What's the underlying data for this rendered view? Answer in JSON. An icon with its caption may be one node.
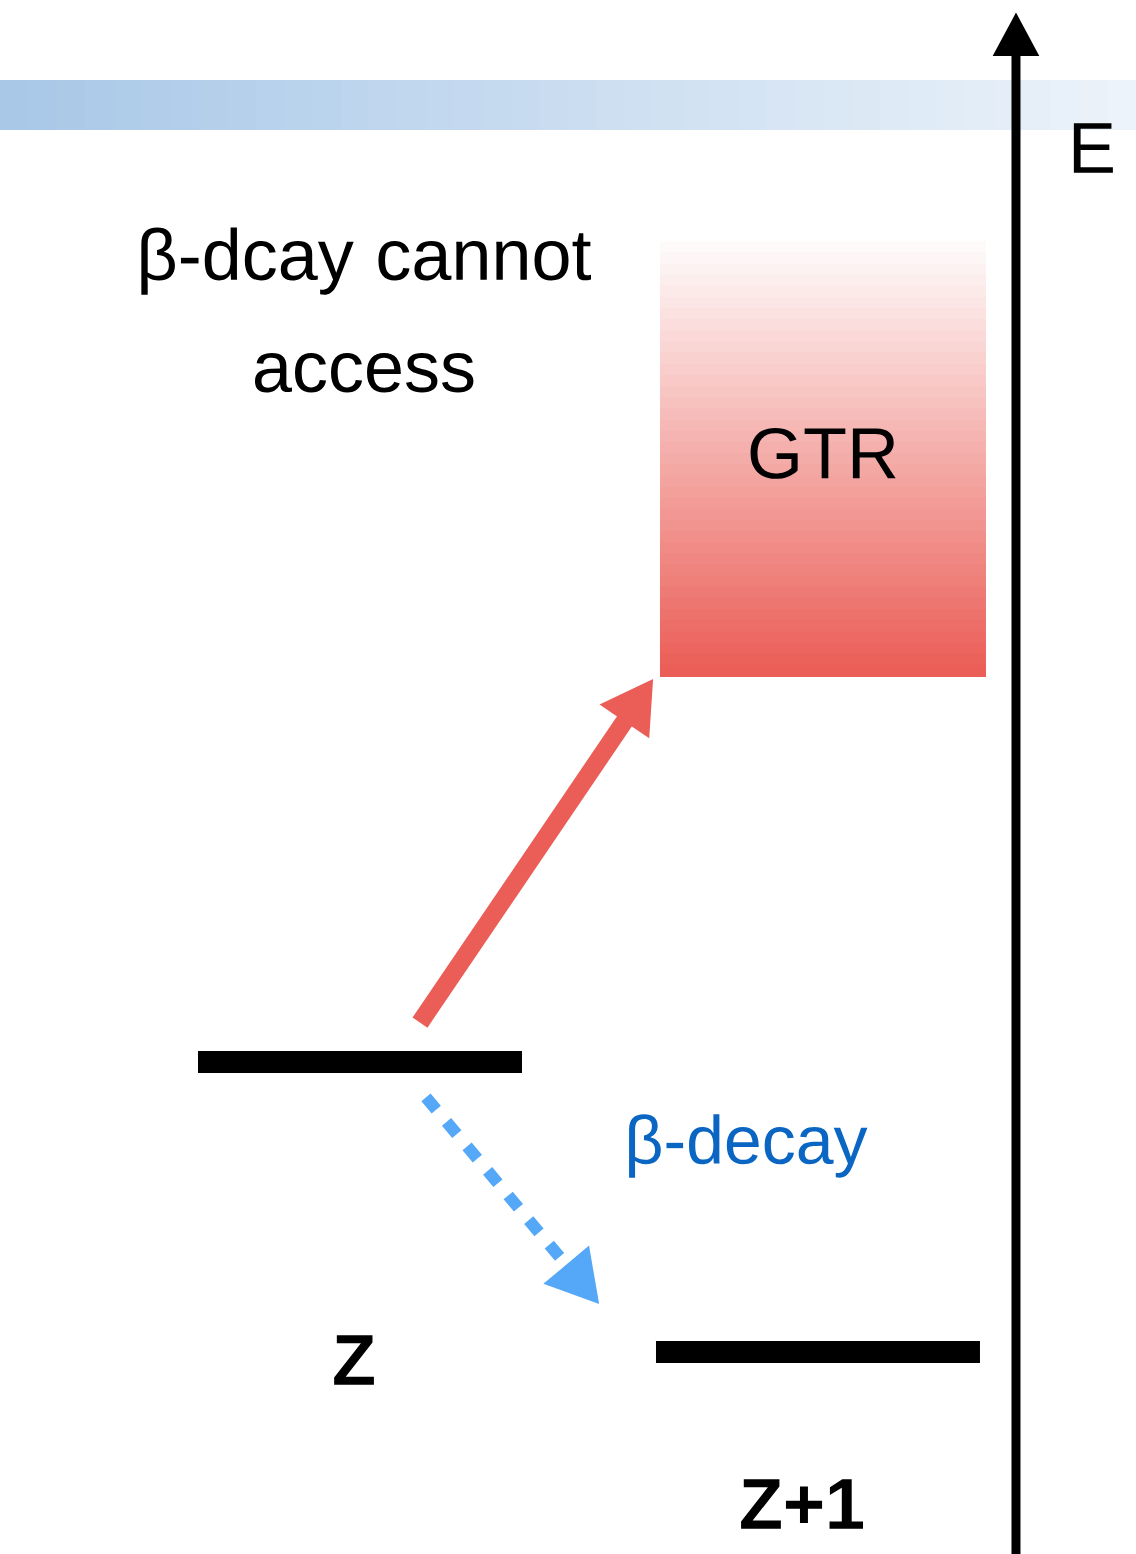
{
  "diagram": {
    "nodes": [
      {
        "text": [
          "GTR"
        ]
      },
      {
        "text": [],
        "shape": "bar",
        "beside": [
          "Z"
        ]
      },
      {
        "text": [],
        "shape": "bar",
        "beside": [
          "Z+1"
        ]
      }
    ],
    "edges": [
      {
        "from": 1,
        "to": 0,
        "arrow": "to",
        "color": "#eb5e57"
      },
      {
        "from": 1,
        "to": 2,
        "arrow": "to",
        "style": "dashed",
        "color": "#55a8f8",
        "label": "β-decay"
      }
    ],
    "labels": [
      "β-dcay cannot access",
      "E"
    ]
  }
}
